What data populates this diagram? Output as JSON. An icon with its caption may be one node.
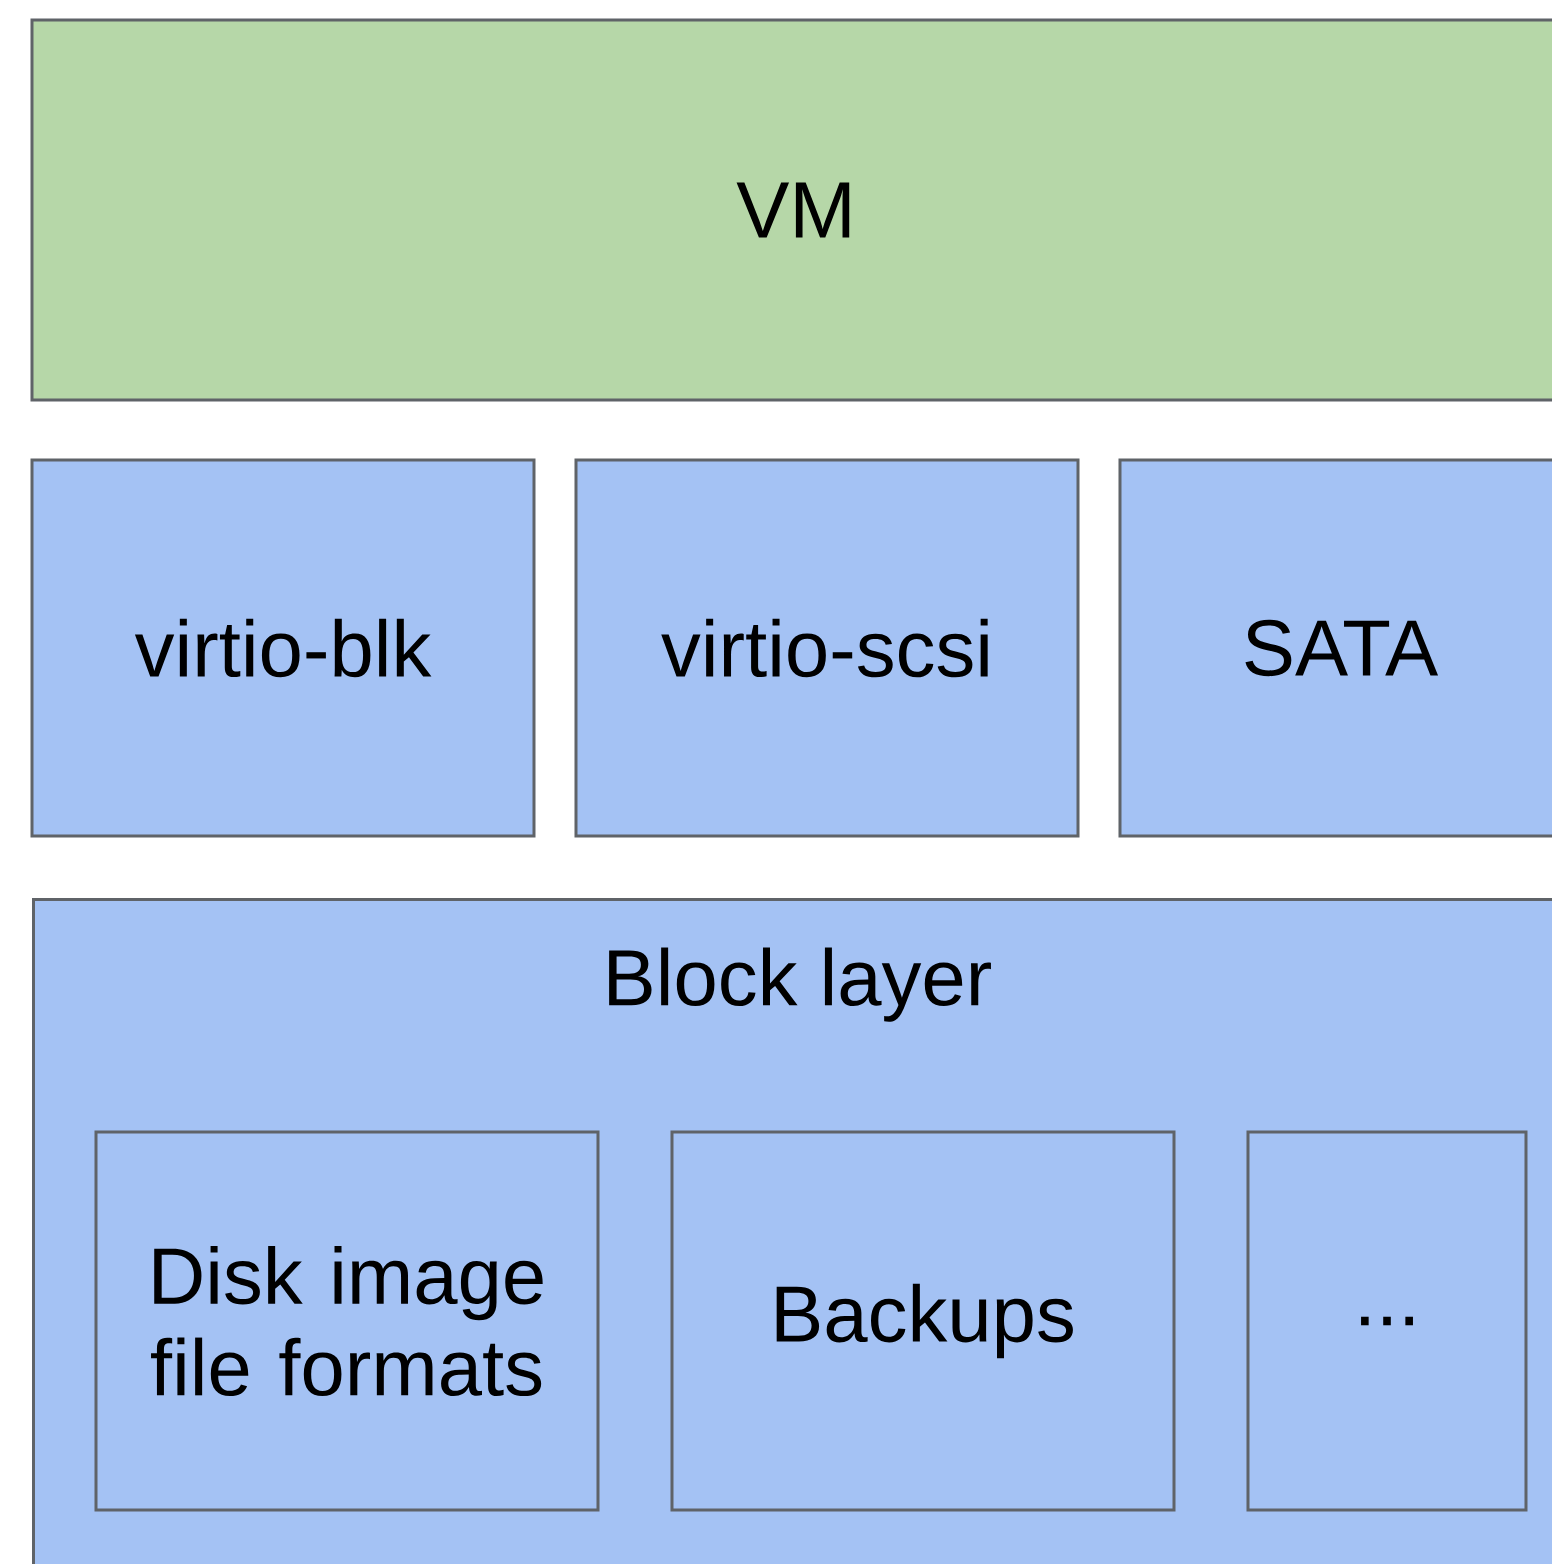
{
  "diagram": {
    "nodes": [
      {
        "text": [
          "VM"
        ]
      },
      {
        "text": [
          "virtio-blk"
        ]
      },
      {
        "text": [
          "virtio-scsi"
        ]
      },
      {
        "text": [
          "SATA"
        ]
      },
      {
        "text": [
          "Block layer"
        ]
      },
      {
        "text": [
          "Disk image file formats"
        ],
        "in": 4
      },
      {
        "text": [
          "Backups"
        ],
        "in": 4
      },
      {
        "text": [
          "..."
        ],
        "in": 4
      }
    ]
  }
}
